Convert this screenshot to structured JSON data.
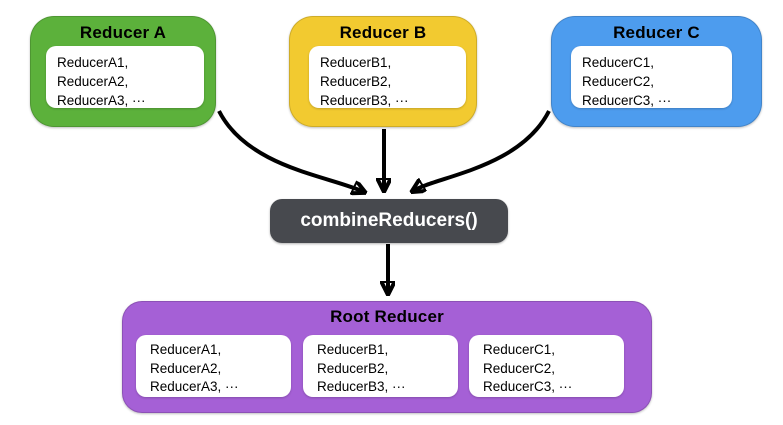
{
  "reducers": [
    {
      "title": "Reducer A",
      "color": "#5cb13b",
      "lines": [
        "ReducerA1,",
        "ReducerA2,",
        "ReducerA3, ···"
      ]
    },
    {
      "title": "Reducer B",
      "color": "#f2ca30",
      "lines": [
        "ReducerB1,",
        "ReducerB2,",
        "ReducerB3, ···"
      ]
    },
    {
      "title": "Reducer C",
      "color": "#4d9cee",
      "lines": [
        "ReducerC1,",
        "ReducerC2,",
        "ReducerC3, ···"
      ]
    }
  ],
  "combine": {
    "label": "combineReducers()",
    "color": "#47494e",
    "text_color": "#ffffff"
  },
  "root": {
    "title": "Root Reducer",
    "color": "#a560d6",
    "groups": [
      {
        "lines": [
          "ReducerA1,",
          "ReducerA2,",
          "ReducerA3, ···"
        ]
      },
      {
        "lines": [
          "ReducerB1,",
          "ReducerB2,",
          "ReducerB3, ···"
        ]
      },
      {
        "lines": [
          "ReducerC1,",
          "ReducerC2,",
          "ReducerC3, ···"
        ]
      }
    ]
  },
  "arrows": {
    "color": "#000000"
  }
}
